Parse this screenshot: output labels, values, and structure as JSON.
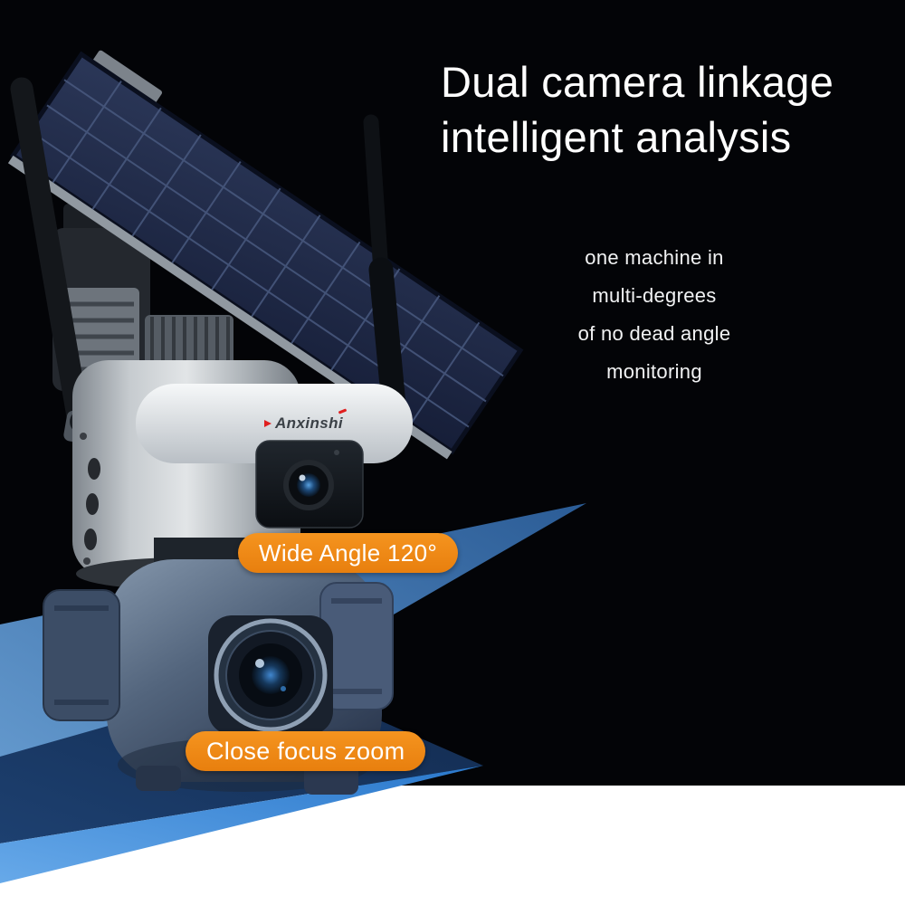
{
  "headline": {
    "line1": "Dual camera linkage",
    "line2": "intelligent analysis"
  },
  "features": {
    "lines": [
      "one machine in",
      "multi-degrees",
      "of no dead angle",
      "monitoring"
    ]
  },
  "callouts": {
    "wide_angle": "Wide Angle 120°",
    "close_focus": "Close focus zoom"
  },
  "brand": {
    "name": "Anxinshi"
  },
  "colors": {
    "background": "#030407",
    "bottom_background": "#ffffff",
    "accent_orange": "#ee8512",
    "beam_blue": "#3f7ab8",
    "beam_dark_blue": "#16325b",
    "beam_bright_blue": "#2e7fd6",
    "solar_panel": "#222c48"
  }
}
